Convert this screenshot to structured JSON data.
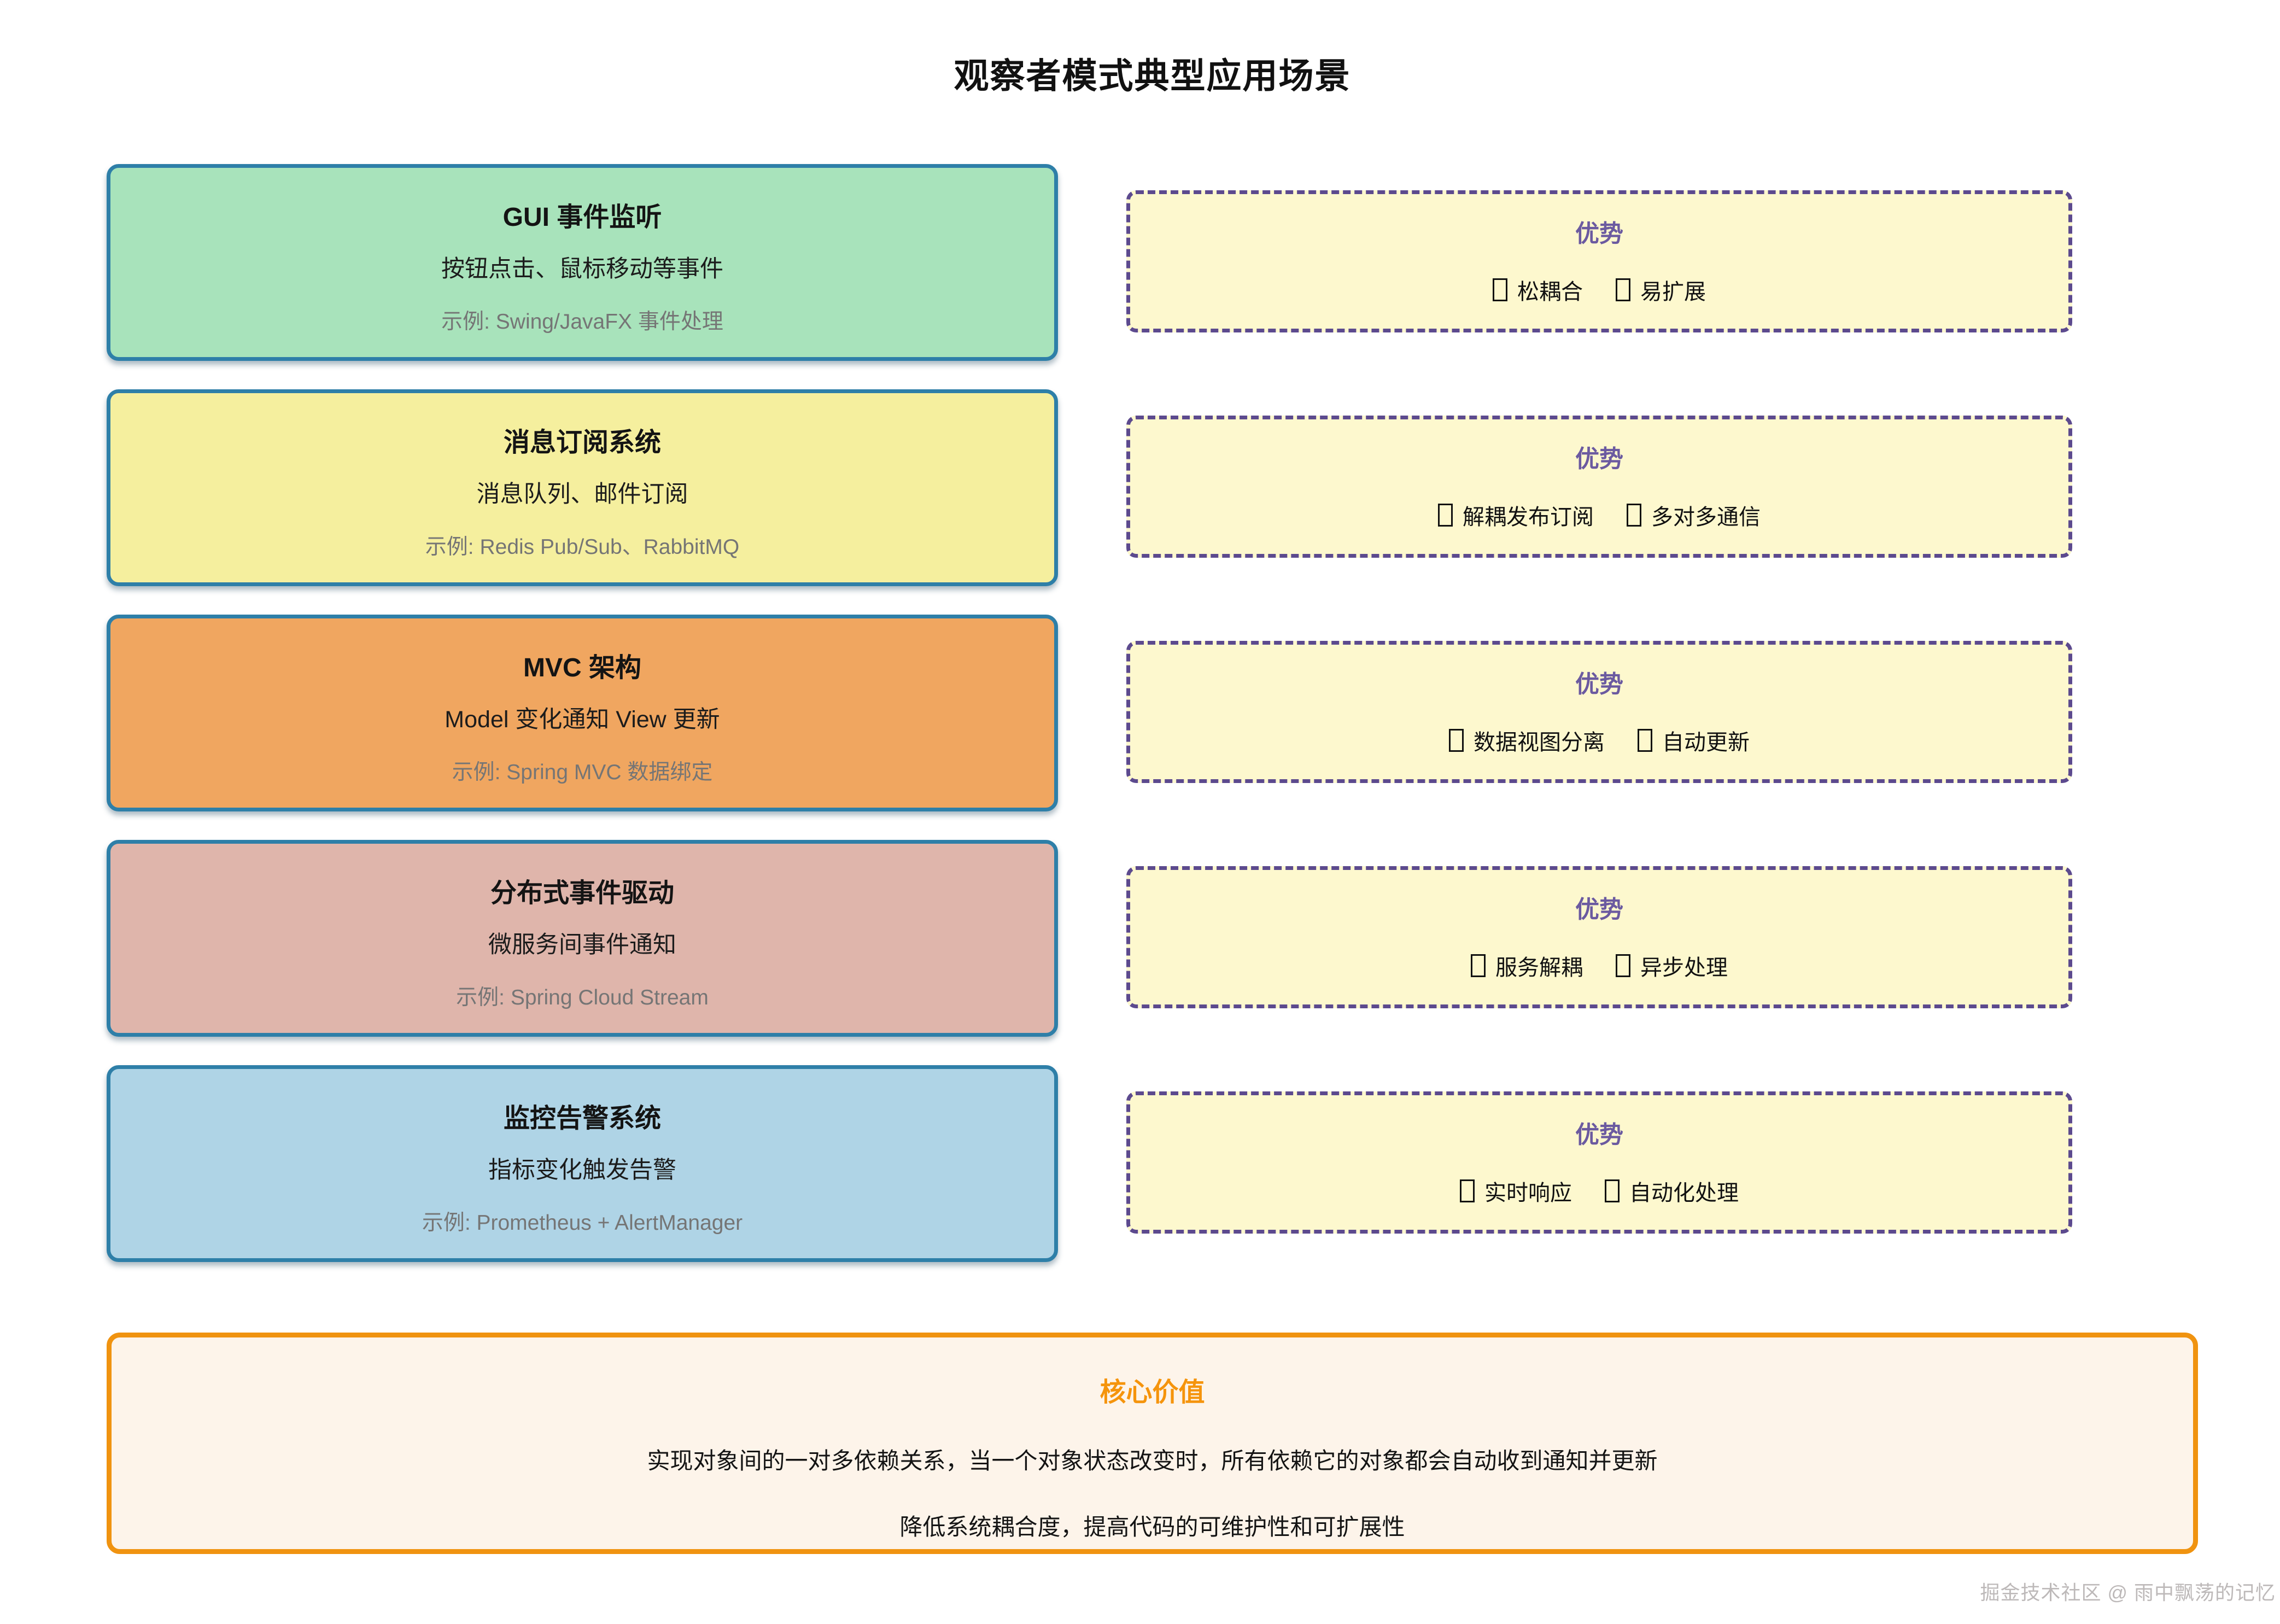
{
  "title": "观察者模式典型应用场景",
  "scenarios": [
    {
      "title": "GUI 事件监听",
      "description": "按钮点击、鼠标移动等事件",
      "example": "示例: Swing/JavaFX 事件处理",
      "fill": "#a8e3bb"
    },
    {
      "title": "消息订阅系统",
      "description": "消息队列、邮件订阅",
      "example": "示例: Redis Pub/Sub、RabbitMQ",
      "fill": "#f5ef9e"
    },
    {
      "title": "MVC 架构",
      "description": "Model 变化通知 View 更新",
      "example": "示例: Spring MVC 数据绑定",
      "fill": "#f0a660"
    },
    {
      "title": "分布式事件驱动",
      "description": "微服务间事件通知",
      "example": "示例: Spring Cloud Stream",
      "fill": "#dfb5ab"
    },
    {
      "title": "监控告警系统",
      "description": "指标变化触发告警",
      "example": "示例: Prometheus + AlertManager",
      "fill": "#afd4e6"
    }
  ],
  "advantages": [
    {
      "heading": "优势",
      "items": [
        "松耦合",
        "易扩展"
      ]
    },
    {
      "heading": "优势",
      "items": [
        "解耦发布订阅",
        "多对多通信"
      ]
    },
    {
      "heading": "优势",
      "items": [
        "数据视图分离",
        "自动更新"
      ]
    },
    {
      "heading": "优势",
      "items": [
        "服务解耦",
        "异步处理"
      ]
    },
    {
      "heading": "优势",
      "items": [
        "实时响应",
        "自动化处理"
      ]
    }
  ],
  "colors": {
    "scenario_border": "#2e7fa8",
    "advantage_fill": "#fdf8ce",
    "advantage_border": "#5c4a8e",
    "advantage_heading": "#6b5aa0",
    "core_accent": "#f5940c",
    "core_border": "#f09310",
    "core_fill": "#fdf4ea"
  },
  "core": {
    "title": "核心价值",
    "line1": "实现对象间的一对多依赖关系，当一个对象状态改变时，所有依赖它的对象都会自动收到通知并更新",
    "line2": "降低系统耦合度，提高代码的可维护性和可扩展性"
  },
  "watermark": "掘金技术社区 @ 雨中飘荡的记忆"
}
